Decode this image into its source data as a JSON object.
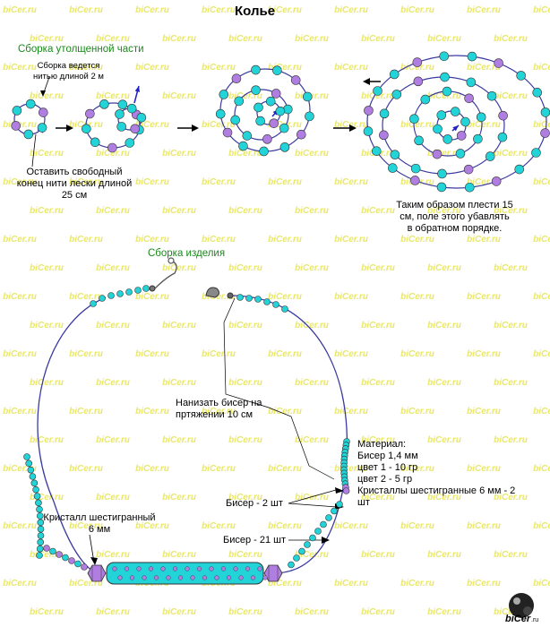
{
  "title": "Колье",
  "watermark": "biCer.ru",
  "top_section": {
    "heading": "Сборка утолщенной части",
    "thread_note": "Сборка ведется\nнитью длиной 2 м",
    "free_end_note": "Оставить свободный\nконец нити лески длиной\n25 см",
    "weave_note": "Таким образом плести 15\nсм, поле этого убавлять\nв обратном порядке."
  },
  "bottom_section": {
    "heading": "Сборка изделия",
    "tension_note": "Нанизать бисер на\nпртяжении 10 см",
    "materials": "Материал:\nБисер 1,4 мм\nцвет 1 - 10 гр\nцвет 2 - 5 гр\nКристаллы шестигранные 6 мм - 2\nшт",
    "beads_2": "Бисер - 2 шт",
    "beads_21": "Бисер - 21 шт",
    "crystal": "Кристалл шестигранный\n6 мм"
  },
  "colors": {
    "bead_color_1": "#22d3d8",
    "bead_color_2": "#b07ee0",
    "thread": "#3a3aa0",
    "heading_green": "#1a8a1a",
    "watermark": "#e9e76a"
  },
  "logo_text": "biCer.ru"
}
